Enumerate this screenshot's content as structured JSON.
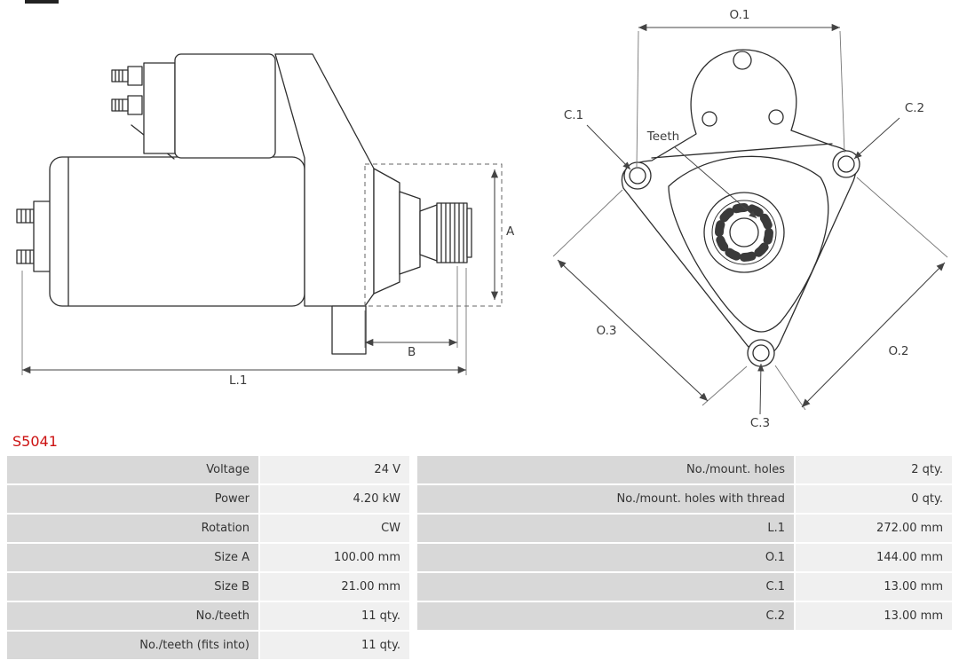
{
  "part_number": "S5041",
  "drawing": {
    "side_view": {
      "dim_a": "A",
      "dim_b": "B",
      "dim_l1": "L.1"
    },
    "front_view": {
      "dim_o1": "O.1",
      "dim_o2": "O.2",
      "dim_o3": "O.3",
      "dim_c1": "C.1",
      "dim_c2": "C.2",
      "dim_c3": "C.3",
      "teeth_label": "Teeth"
    }
  },
  "spec_table": {
    "left_rows": [
      {
        "label": "Voltage",
        "value": "24 V"
      },
      {
        "label": "Power",
        "value": "4.20 kW"
      },
      {
        "label": "Rotation",
        "value": "CW"
      },
      {
        "label": "Size A",
        "value": "100.00 mm"
      },
      {
        "label": "Size B",
        "value": "21.00 mm"
      },
      {
        "label": "No./teeth",
        "value": "11 qty."
      },
      {
        "label": "No./teeth (fits into)",
        "value": "11 qty."
      }
    ],
    "right_rows": [
      {
        "label": "No./mount. holes",
        "value": "2 qty."
      },
      {
        "label": "No./mount. holes with thread",
        "value": "0 qty."
      },
      {
        "label": "L.1",
        "value": "272.00 mm"
      },
      {
        "label": "O.1",
        "value": "144.00 mm"
      },
      {
        "label": "C.1",
        "value": "13.00 mm"
      },
      {
        "label": "C.2",
        "value": "13.00 mm"
      },
      {
        "label": "",
        "value": ""
      }
    ]
  },
  "colors": {
    "part_number_red": "#cc1111",
    "table_label_bg": "#d8d8d8",
    "table_value_bg": "#f0f0f0",
    "line_color": "#2e2e2e"
  }
}
